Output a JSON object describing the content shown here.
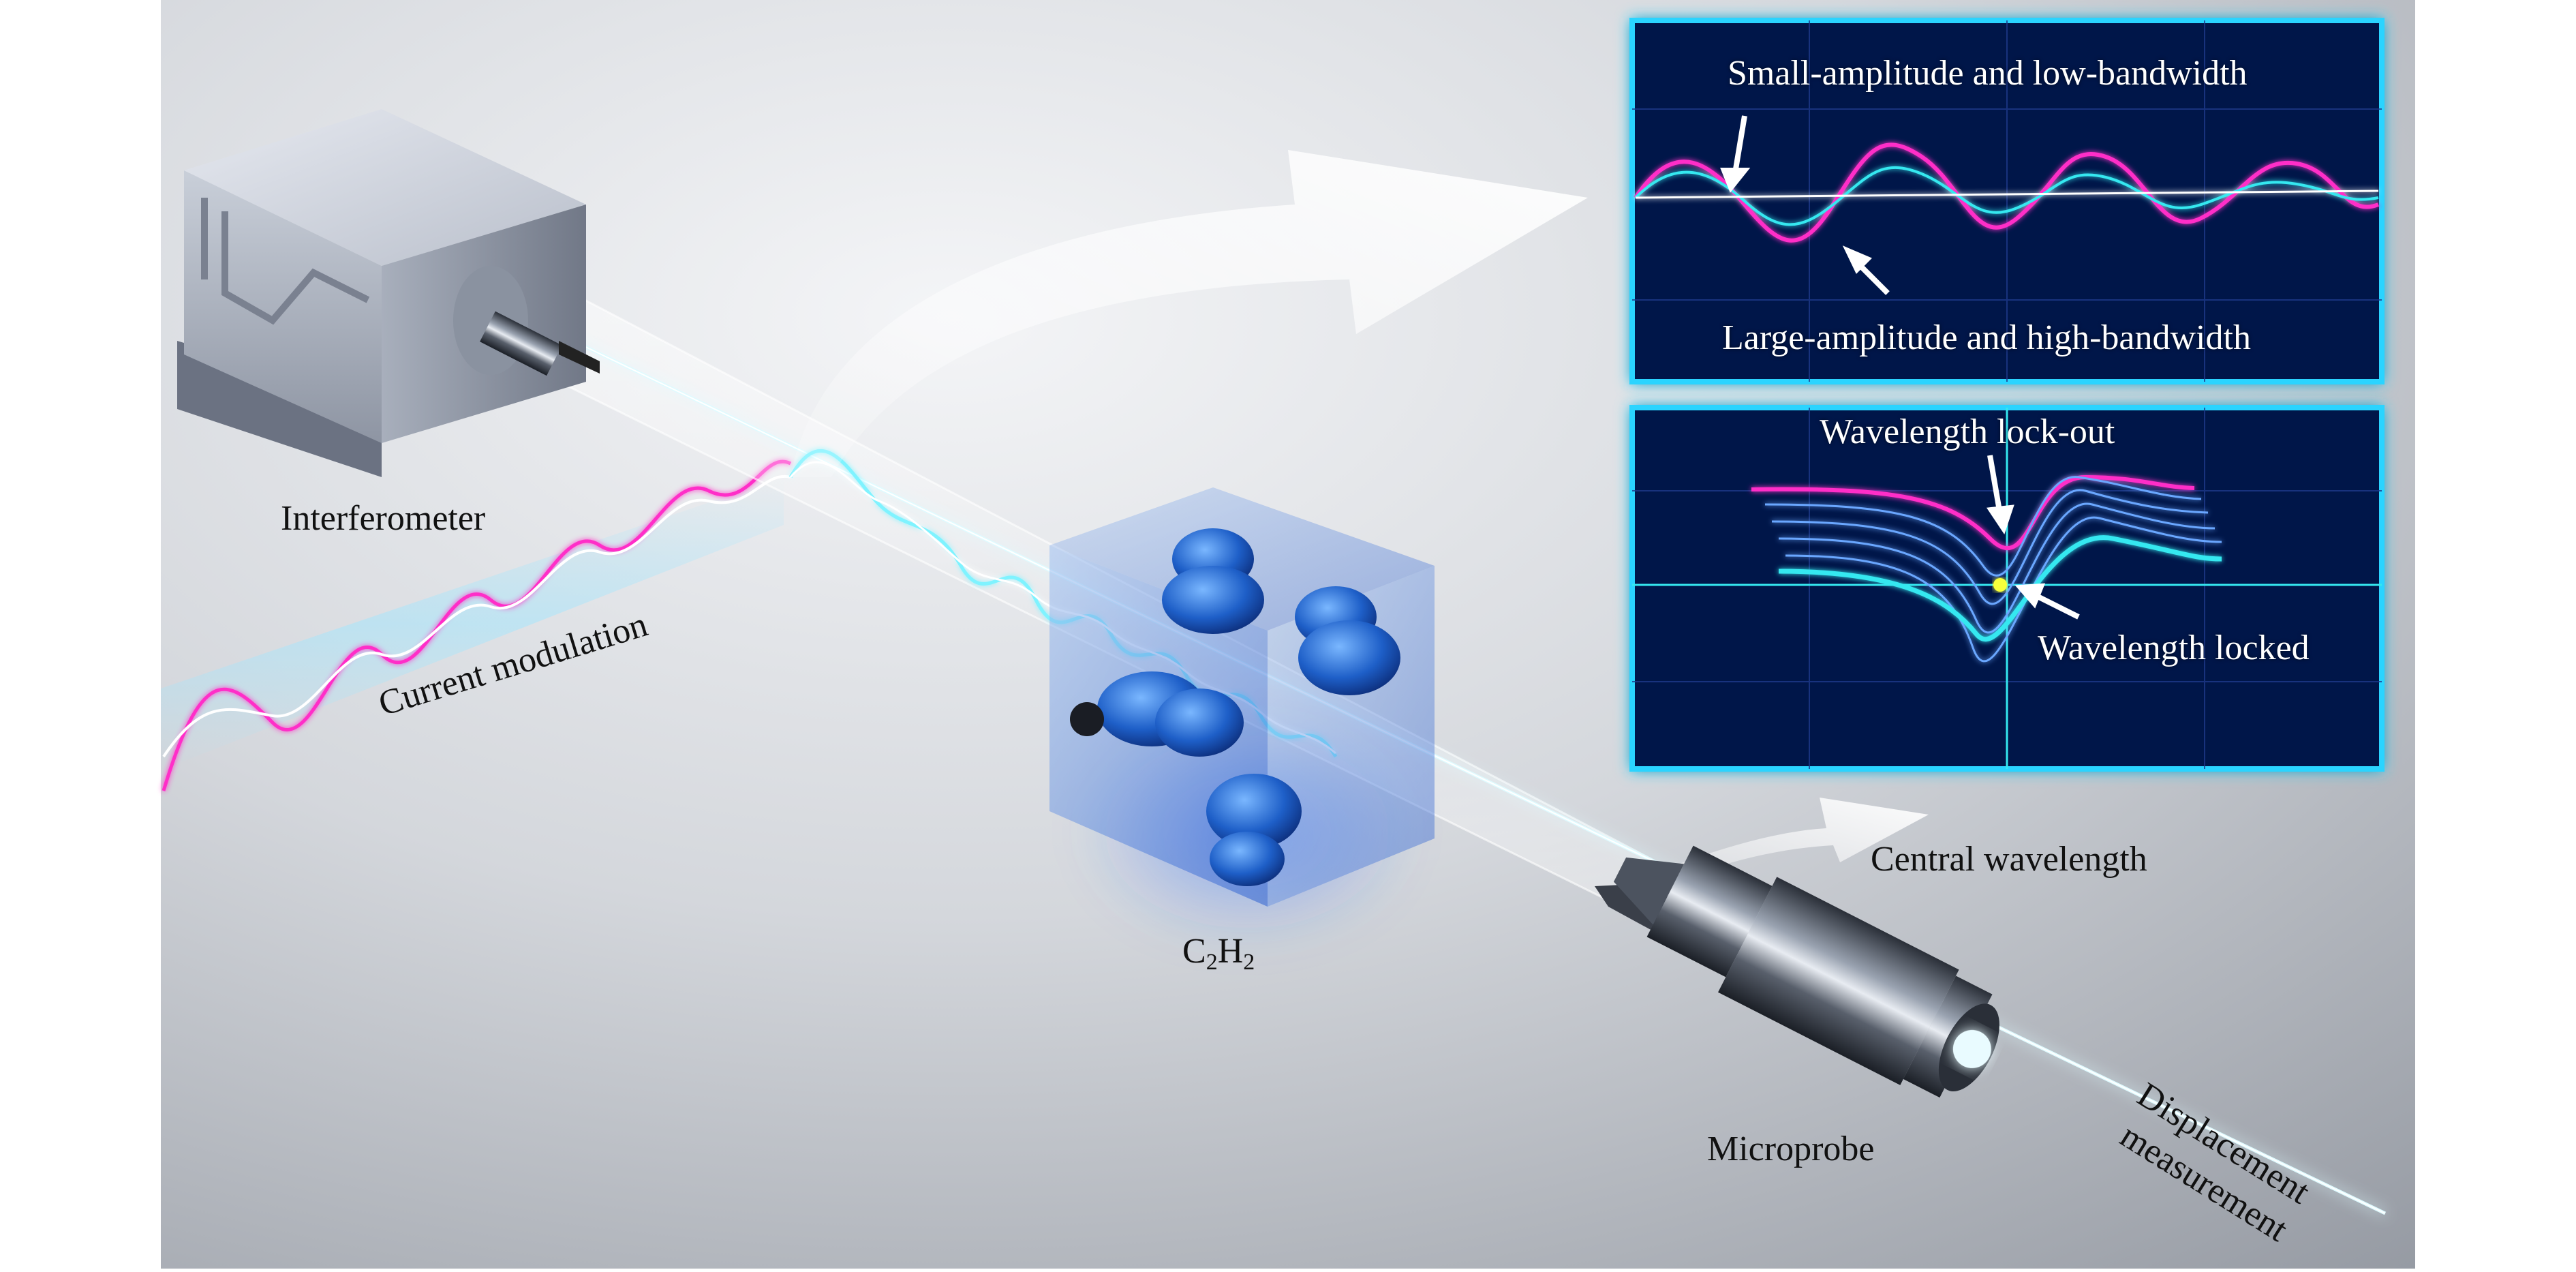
{
  "labels": {
    "interferometer": "Interferometer",
    "current_modulation": "Current modulation",
    "molecule_c": "C",
    "molecule_sub1": "2",
    "molecule_h": "H",
    "molecule_sub2": "2",
    "central_wavelength": "Central wavelength",
    "microprobe": "Microprobe",
    "displacement_line1": "Displacement",
    "displacement_line2": "measurement"
  },
  "top_panel": {
    "label_small": "Small-amplitude and low-bandwidth",
    "label_large": "Large-amplitude and high-bandwidth"
  },
  "bottom_panel": {
    "label_lockout": "Wavelength lock-out",
    "label_locked": "Wavelength locked"
  },
  "colors": {
    "background_light": "#eeeff1",
    "background_dark": "#9a9fa8",
    "panel_bg": "#06164a",
    "panel_glow": "#2ad4ff",
    "cyan": "#35e8f0",
    "magenta": "#ff2fc8",
    "beam": "#bff6ff"
  }
}
